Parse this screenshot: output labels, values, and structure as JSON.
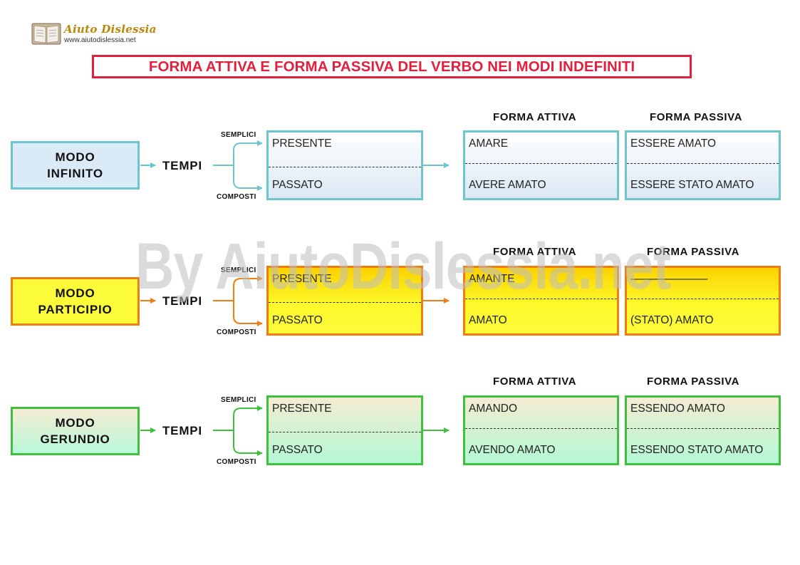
{
  "logo": {
    "brand": "Aiuto Dislessia",
    "url": "www.aiutodislessia.net"
  },
  "title": "FORMA ATTIVA E FORMA PASSIVA DEL VERBO NEI MODI INDEFINITI",
  "watermark": "By AiutoDislessia.net",
  "labels": {
    "tempi": "TEMPI",
    "semplici": "SEMPLICI",
    "composti": "COMPOSTI",
    "forma_attiva": "FORMA ATTIVA",
    "forma_passiva": "FORMA PASSIVA",
    "presente": "PRESENTE",
    "passato": "PASSATO"
  },
  "rows": [
    {
      "modo_line1": "MODO",
      "modo_line2": "INFINITO",
      "attiva_presente": "AMARE",
      "attiva_passato": "AVERE AMATO",
      "passiva_presente": "ESSERE AMATO",
      "passiva_passato": "ESSERE STATO AMATO",
      "color": "#6cc6cc"
    },
    {
      "modo_line1": "MODO",
      "modo_line2": "PARTICIPIO",
      "attiva_presente": "AMANTE",
      "attiva_passato": "AMATO",
      "passiva_presente": "———————",
      "passiva_passato": "(STATO) AMATO",
      "color": "#f07c12"
    },
    {
      "modo_line1": "MODO",
      "modo_line2": "GERUNDIO",
      "attiva_presente": "AMANDO",
      "attiva_passato": "AVENDO AMATO",
      "passiva_presente": "ESSENDO AMATO",
      "passiva_passato": "ESSENDO STATO AMATO",
      "color": "#3fc13f"
    }
  ]
}
